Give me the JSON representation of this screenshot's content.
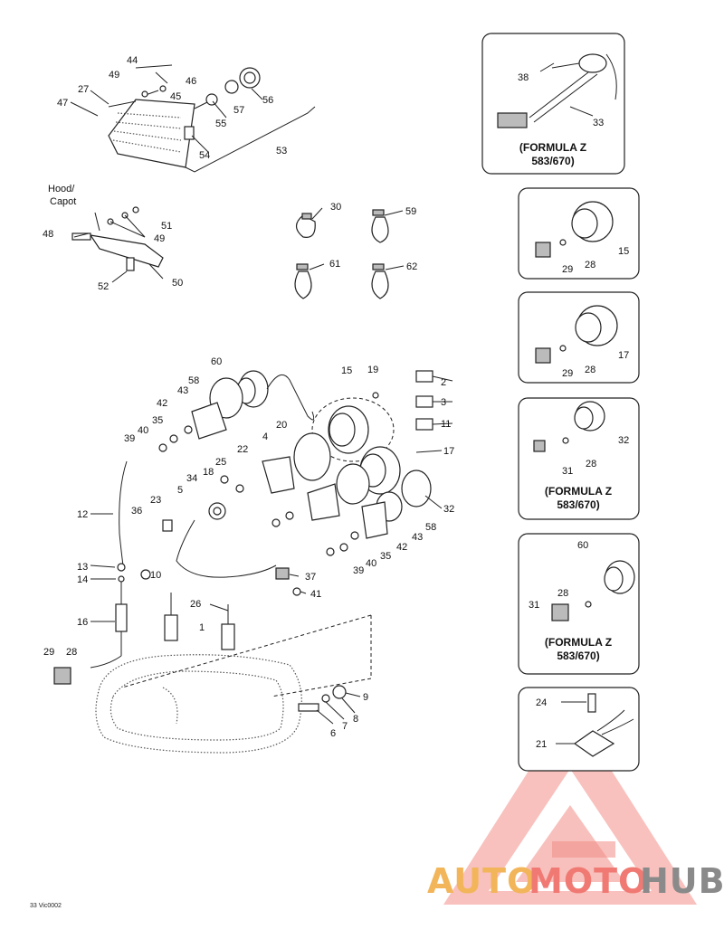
{
  "labels": {
    "hood_capot": [
      "Hood/",
      "Capot"
    ],
    "drawing_code": "33 Vic0002"
  },
  "callouts": [
    "1",
    "2",
    "3",
    "4",
    "5",
    "6",
    "7",
    "8",
    "9",
    "10",
    "11",
    "12",
    "13",
    "14",
    "15",
    "16",
    "17",
    "18",
    "19",
    "20",
    "21",
    "22",
    "23",
    "24",
    "25",
    "26",
    "27",
    "28",
    "29",
    "30",
    "31",
    "32",
    "33",
    "34",
    "35",
    "36",
    "37",
    "38",
    "39",
    "40",
    "41",
    "42",
    "43",
    "44",
    "45",
    "46",
    "47",
    "48",
    "49",
    "50",
    "51",
    "52",
    "53",
    "54",
    "55",
    "56",
    "57",
    "58",
    "59",
    "60",
    "61",
    "62"
  ],
  "insets": [
    {
      "parts": [
        "38",
        "33"
      ],
      "caption": [
        "(FORMULA Z",
        "583/670)"
      ]
    },
    {
      "parts": [
        "15",
        "28",
        "29"
      ],
      "caption": []
    },
    {
      "parts": [
        "17",
        "28",
        "29"
      ],
      "caption": []
    },
    {
      "parts": [
        "32",
        "28",
        "31"
      ],
      "caption": [
        "(FORMULA Z",
        "583/670)"
      ]
    },
    {
      "parts": [
        "60",
        "28",
        "31"
      ],
      "caption": [
        "(FORMULA Z",
        "583/670)"
      ]
    },
    {
      "parts": [
        "24",
        "21"
      ],
      "caption": []
    }
  ],
  "watermark": {
    "parts": [
      "AUTO",
      "MOTO",
      "HUB"
    ],
    "colors": [
      "#f2b55a",
      "#f07a73",
      "#8a8a8a"
    ]
  }
}
